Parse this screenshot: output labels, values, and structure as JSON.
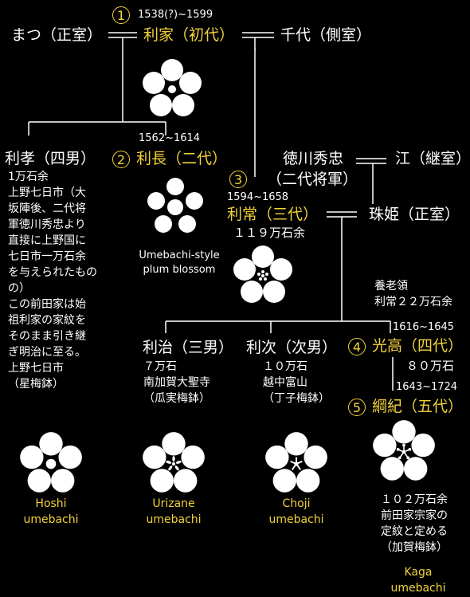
{
  "colors": {
    "background": "#000000",
    "highlight": "#f3d23a",
    "text": "#ffffff",
    "line": "#ffffff"
  },
  "people": {
    "toshiie": {
      "num": "1",
      "name": "利家（初代）",
      "years": "1538(?)~1599"
    },
    "matsu": {
      "name": "まつ（正室）"
    },
    "chiyo": {
      "name": "千代（側室）"
    },
    "toshitaka": {
      "name": "利孝（四男）",
      "note": "1万石余\n上野七日市（大\n坂陣後、二代将\n軍徳川秀忠より\n直接に上野国に\n七日市一万石余\nを与えられたもの\nの）\nこの前田家は始\n祖利家の家紋を\nそのまま引き継\nぎ明治に至る。\n上野七日市\n（星梅鉢）"
    },
    "toshinaga": {
      "num": "2",
      "name": "利長（二代）",
      "years": "1562~1614"
    },
    "hidetada": {
      "name": "徳川秀忠",
      "title": "（二代将軍）"
    },
    "go": {
      "name": "江（継室）"
    },
    "toshitsune": {
      "num": "3",
      "name": "利常（三代）",
      "years": "1594~1658",
      "koku": "１１９万石余"
    },
    "tamahime": {
      "name": "珠姫（正室）"
    },
    "retired": {
      "text": "養老領\n利常２２万石余"
    },
    "toshiharu": {
      "name": "利治（三男）",
      "note": "７万石\n南加賀大聖寺\n（瓜実梅鉢）"
    },
    "toshitsugu": {
      "name": "利次（次男）",
      "note": "１０万石\n越中富山\n（丁子梅鉢）"
    },
    "mitsutaka": {
      "num": "4",
      "name": "光高（四代）",
      "years": "1616~1645",
      "koku": "８０万石"
    },
    "tsunanori": {
      "num": "5",
      "name": "綱紀（五代）",
      "years": "1643~1724",
      "note": "１０２万石余\n前田家宗家の\n定紋と定める\n（加賀梅鉢）"
    }
  },
  "crests": {
    "umebachi_caption": "Umebachi-style\nplum blossom",
    "hoshi": "Hoshi\numebachi",
    "urizane": "Urizane\numebachi",
    "choji": "Choji\numebachi",
    "kaga": "Kaga\numebachi"
  }
}
